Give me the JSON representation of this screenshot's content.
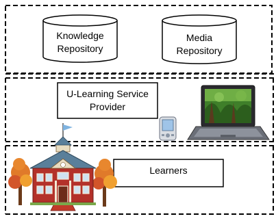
{
  "repository_layer": {
    "knowledge_repository": {
      "line1": "Knowledge",
      "line2": "Repository"
    },
    "media_repository": {
      "line1": "Media",
      "line2": "Repository"
    }
  },
  "service_layer": {
    "provider_label": {
      "line1": "U-Learning Service",
      "line2": "Provider"
    },
    "device_icons": [
      "pda-icon",
      "laptop-icon"
    ]
  },
  "learner_layer": {
    "learners_label": "Learners",
    "illustration": "school-building-icon"
  },
  "colors": {
    "border": "#000000",
    "laptop_screen_green": "#3f7f2a",
    "school_red": "#b3312a",
    "tree_orange": "#e07a2a"
  }
}
